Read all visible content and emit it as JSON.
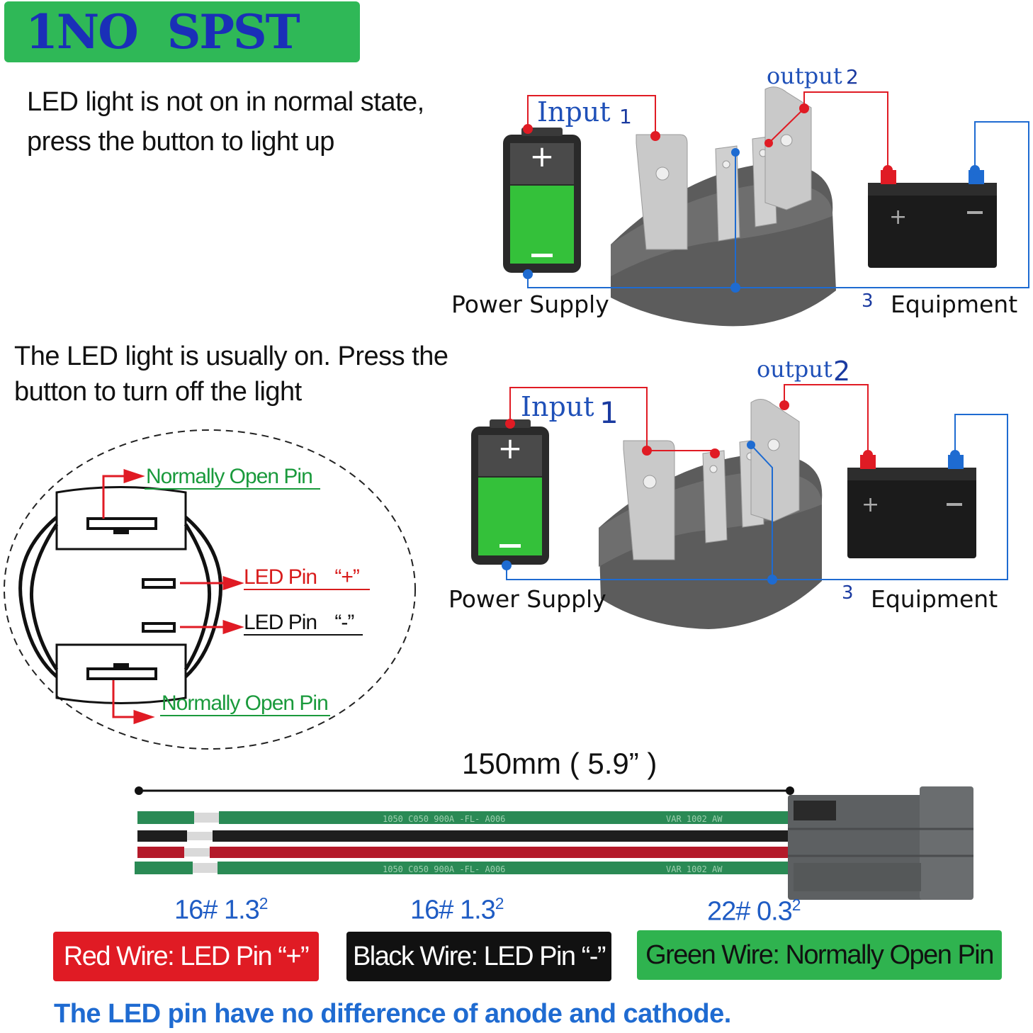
{
  "header": {
    "title": "1NO  SPST",
    "badge_color": "#2fb857",
    "title_color": "#1a2fb8"
  },
  "diagram1": {
    "description_line1": "LED light is not on in normal state,",
    "description_line2": "press the button to light up",
    "input_label": "Input",
    "input_number": "1",
    "output_label": "output",
    "output_number": "2",
    "pin3_number": "3",
    "power_supply_label": "Power Supply",
    "equipment_label": "Equipment"
  },
  "diagram2": {
    "description_line1": "The LED light is usually on. Press the",
    "description_line2": "button to turn off the light",
    "input_label": "Input",
    "input_number": "1",
    "output_label": "output",
    "output_number": "2",
    "pin3_number": "3",
    "power_supply_label": "Power Supply",
    "equipment_label": "Equipment"
  },
  "pinout": {
    "top_pin": "Normally Open Pin",
    "led_plus_label": "LED Pin",
    "led_plus_sign": "“+”",
    "led_minus_label": "LED Pin",
    "led_minus_sign": "“-”",
    "bottom_pin": "Normally Open Pin"
  },
  "wires": {
    "length": "150mm ( 5.9” )",
    "print_text_1": "1050 C050 900A  -FL-   A006",
    "print_text_2": "VAR  1002  AW",
    "gauge_red": "16#  1.3",
    "gauge_black": "16#  1.3",
    "gauge_green": "22#  0.3",
    "gauge_sup": "2",
    "red_wire": "Red  Wire: LED Pin  “+”",
    "black_wire": "Black  Wire: LED Pin  “-”",
    "green_wire": "Green  Wire:  Normally Open Pin",
    "colors": {
      "red": "#e01b24",
      "black": "#111111",
      "green": "#2fb34f"
    }
  },
  "footer_note": "The LED pin have no difference of anode and cathode."
}
